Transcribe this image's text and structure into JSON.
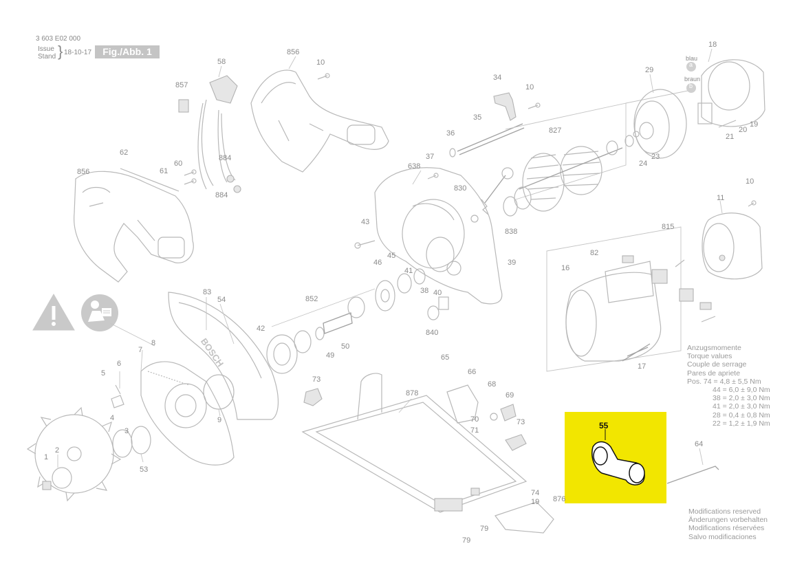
{
  "header": {
    "doc_number": "3 603 E02 000",
    "issue_label": "Issue",
    "stand_label": "Stand",
    "date": "18-10-17",
    "figure_label": "Fig./Abb. 1"
  },
  "torque": {
    "lines": [
      "Anzugsmomente",
      "Torque values",
      "Couple de serrage",
      "Pares de apriete",
      "Pos. 74 = 4,8 ± 5,5 Nm",
      "44 = 6,0 ± 9,0 Nm",
      "38 = 2,0 ± 3,0 Nm",
      "41 = 2,0 ± 3,0 Nm",
      "28 = 0,4 ± 0,8 Nm",
      "22 = 1,2 ± 1,9 Nm"
    ]
  },
  "modifications": {
    "lines": [
      "Modifications reserved",
      "Änderungen vorbehalten",
      "Modifications réservées",
      "Salvo modificaciones"
    ]
  },
  "highlight": {
    "part_number": "55",
    "color": "#f2e600"
  },
  "wire_colors": {
    "blue": "blau",
    "brown": "braun",
    "a": "a",
    "b": "b"
  },
  "blade_guard_text": "BOSCH",
  "part_labels": [
    "856",
    "10",
    "58",
    "857",
    "34",
    "10",
    "18",
    "29",
    "35",
    "36",
    "827",
    "21",
    "20",
    "19",
    "24",
    "23",
    "62",
    "60",
    "61",
    "884",
    "884",
    "856",
    "37",
    "638",
    "830",
    "838",
    "10",
    "11",
    "43",
    "815",
    "82",
    "16",
    "39",
    "46",
    "45",
    "41",
    "38",
    "852",
    "40",
    "840",
    "83",
    "54",
    "42",
    "50",
    "49",
    "65",
    "66",
    "68",
    "69",
    "70",
    "71",
    "73",
    "73",
    "878",
    "17",
    "7",
    "8",
    "6",
    "5",
    "4",
    "3",
    "9",
    "53",
    "1",
    "2",
    "64",
    "74",
    "19",
    "876",
    "79",
    "79"
  ]
}
